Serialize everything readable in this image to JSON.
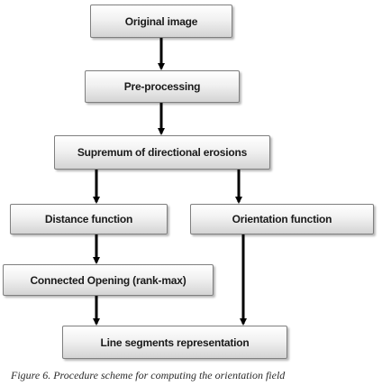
{
  "diagram": {
    "nodes": {
      "original_image": "Original image",
      "pre_processing": "Pre-processing",
      "supremum": "Supremum of directional erosions",
      "distance_function": "Distance function",
      "orientation_function": "Orientation function",
      "connected_opening": "Connected Opening (rank-max)",
      "line_segments": "Line segments representation"
    },
    "caption": "Figure 6. Procedure scheme for computing the orientation field"
  }
}
